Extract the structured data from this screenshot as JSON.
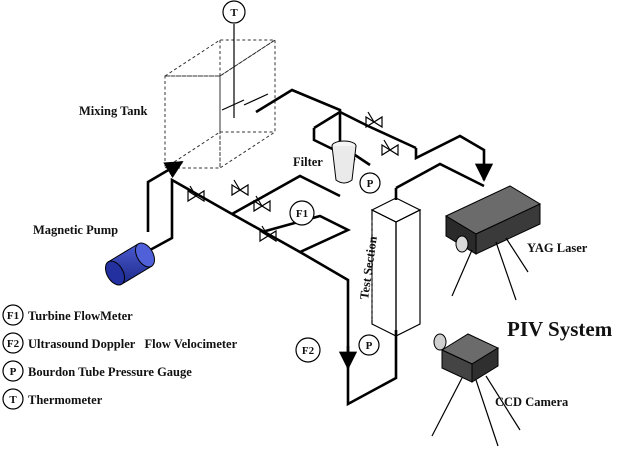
{
  "labels": {
    "mixing_tank": "Mixing Tank",
    "filter": "Filter",
    "magnetic_pump": "Magnetic Pump",
    "test_section": "Test Section",
    "yag_laser": "YAG Laser",
    "piv_system": "PIV System",
    "ccd_camera": "CCD Camera"
  },
  "symbols": {
    "thermometer": "T",
    "flowmeter_1": "F1",
    "flowmeter_2": "F2",
    "pressure_1": "P",
    "pressure_2": "P"
  },
  "legend": [
    {
      "symbol": "F1",
      "text": "Turbine FlowMeter"
    },
    {
      "symbol": "F2",
      "text": "Ultrasound Doppler   Flow Velocimeter"
    },
    {
      "symbol": "P",
      "text": "Bourdon Tube Pressure Gauge"
    },
    {
      "symbol": "T",
      "text": "Thermometer"
    }
  ],
  "colors": {
    "pump_body": "#2b3aa8",
    "line": "#000000"
  }
}
